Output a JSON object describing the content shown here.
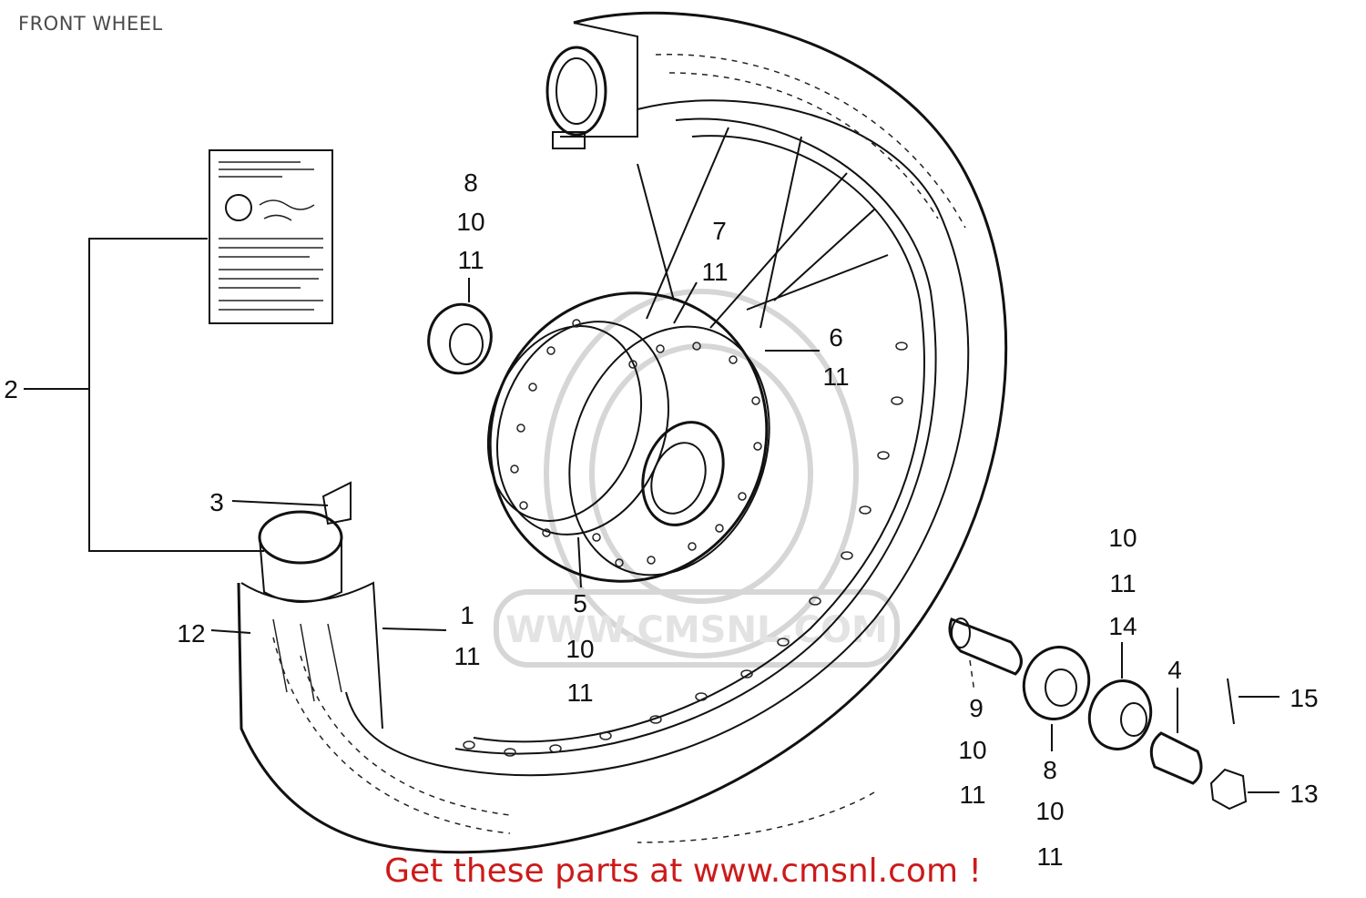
{
  "title": "FRONT WHEEL",
  "watermark": "WWW.CMSNL.COM",
  "cta": "Get these parts at www.cmsnl.com !",
  "callouts": [
    {
      "id": "c2",
      "label": "2"
    },
    {
      "id": "c3",
      "label": "3"
    },
    {
      "id": "c12",
      "label": "12"
    },
    {
      "id": "c1",
      "lines": [
        "1",
        "11"
      ]
    },
    {
      "id": "c5",
      "lines": [
        "5",
        "10",
        "11"
      ]
    },
    {
      "id": "c8top",
      "lines": [
        "8",
        "10",
        "11"
      ]
    },
    {
      "id": "c7",
      "lines": [
        "7",
        "11"
      ]
    },
    {
      "id": "c6",
      "lines": [
        "6",
        "11"
      ]
    },
    {
      "id": "c9",
      "lines": [
        "9",
        "10",
        "11"
      ]
    },
    {
      "id": "c8b",
      "lines": [
        "8",
        "10",
        "11"
      ]
    },
    {
      "id": "c14",
      "lines": [
        "10",
        "11",
        "14"
      ]
    },
    {
      "id": "c4",
      "label": "4"
    },
    {
      "id": "c15",
      "label": "15"
    },
    {
      "id": "c13",
      "label": "13"
    }
  ],
  "colors": {
    "cta": "#cc1a1a",
    "ink": "#111111",
    "title": "#4a4a4a"
  }
}
